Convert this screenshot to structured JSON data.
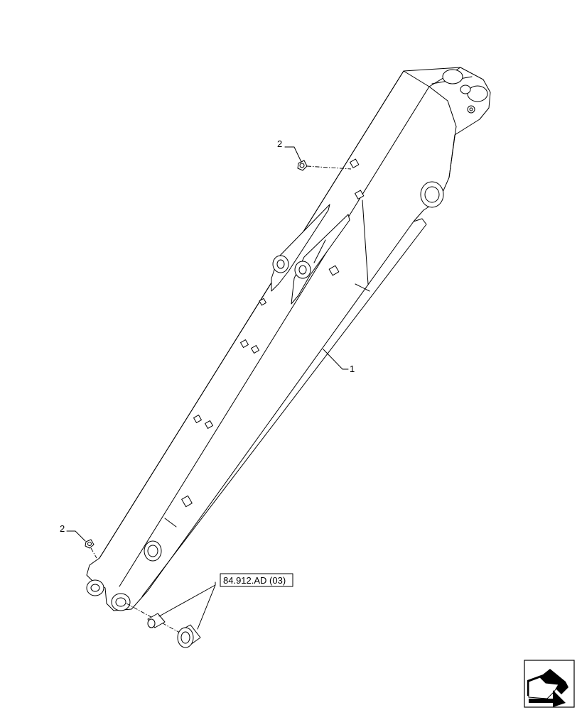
{
  "callouts": {
    "part_1": "1",
    "part_2_top": "2",
    "part_2_bottom": "2"
  },
  "reference": {
    "label": "84.912.AD (03)"
  },
  "icons": {
    "nav_arrow": "next-page-arrow-icon"
  }
}
